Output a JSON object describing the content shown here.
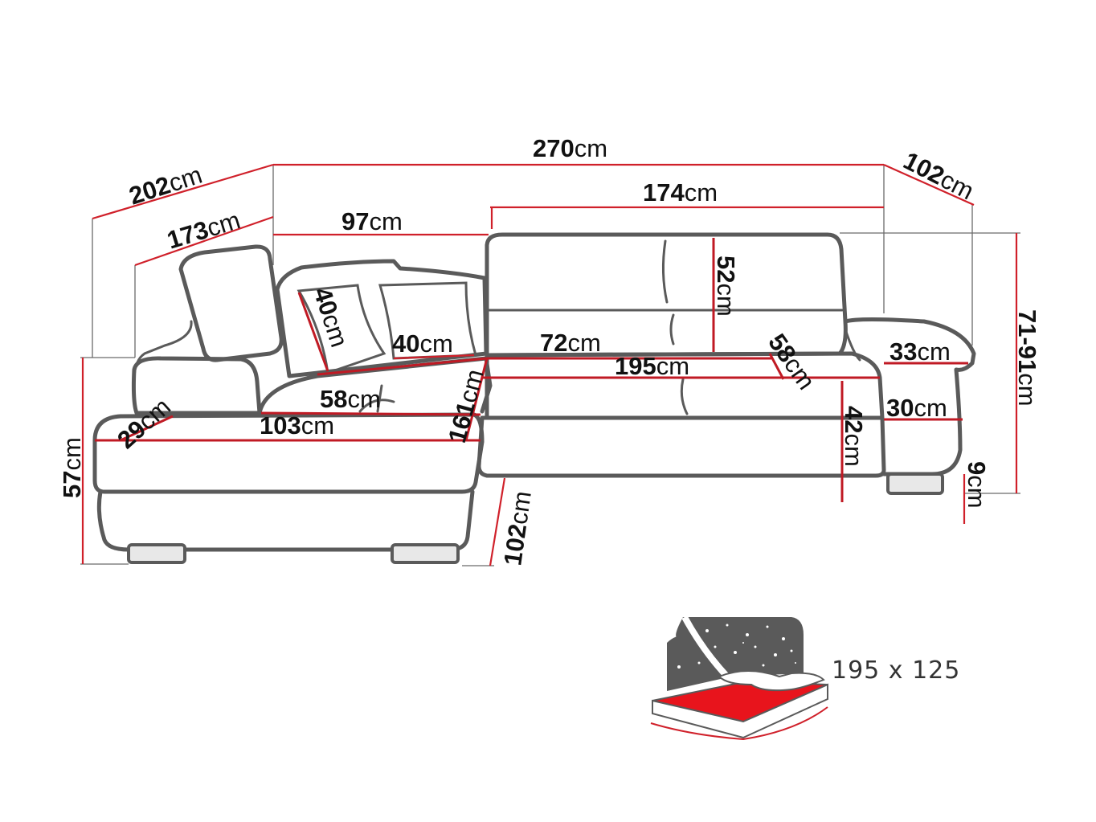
{
  "unit": "cm",
  "dimensions": {
    "overall_width": "270",
    "depth_left": "202",
    "inner_depth_left": "173",
    "depth_right": "102",
    "back_left_segment": "97",
    "back_right_segment": "174",
    "backrest_height": "52",
    "height_range": "71-91",
    "pillow_height": "40",
    "pillow_width": "40",
    "seat_width_main": "72",
    "sleeping_length": "195",
    "seat_depth_right": "58",
    "armrest_width": "33",
    "armrest_height": "30",
    "seat_height": "42",
    "leg_height": "9",
    "chaise_seat_depth": "58",
    "chaise_width": "103",
    "chaise_inner_width": "29",
    "chaise_length": "161",
    "total_height": "57",
    "front_depth": "102"
  },
  "bed": {
    "size_label": "195 x 125",
    "colors": {
      "mattress": "#e8141c",
      "night_sky": "#5a5a5a",
      "stars": "#ffffff"
    }
  },
  "colors": {
    "dimension_line": "#d0202a",
    "outline": "#5a5a5a"
  }
}
